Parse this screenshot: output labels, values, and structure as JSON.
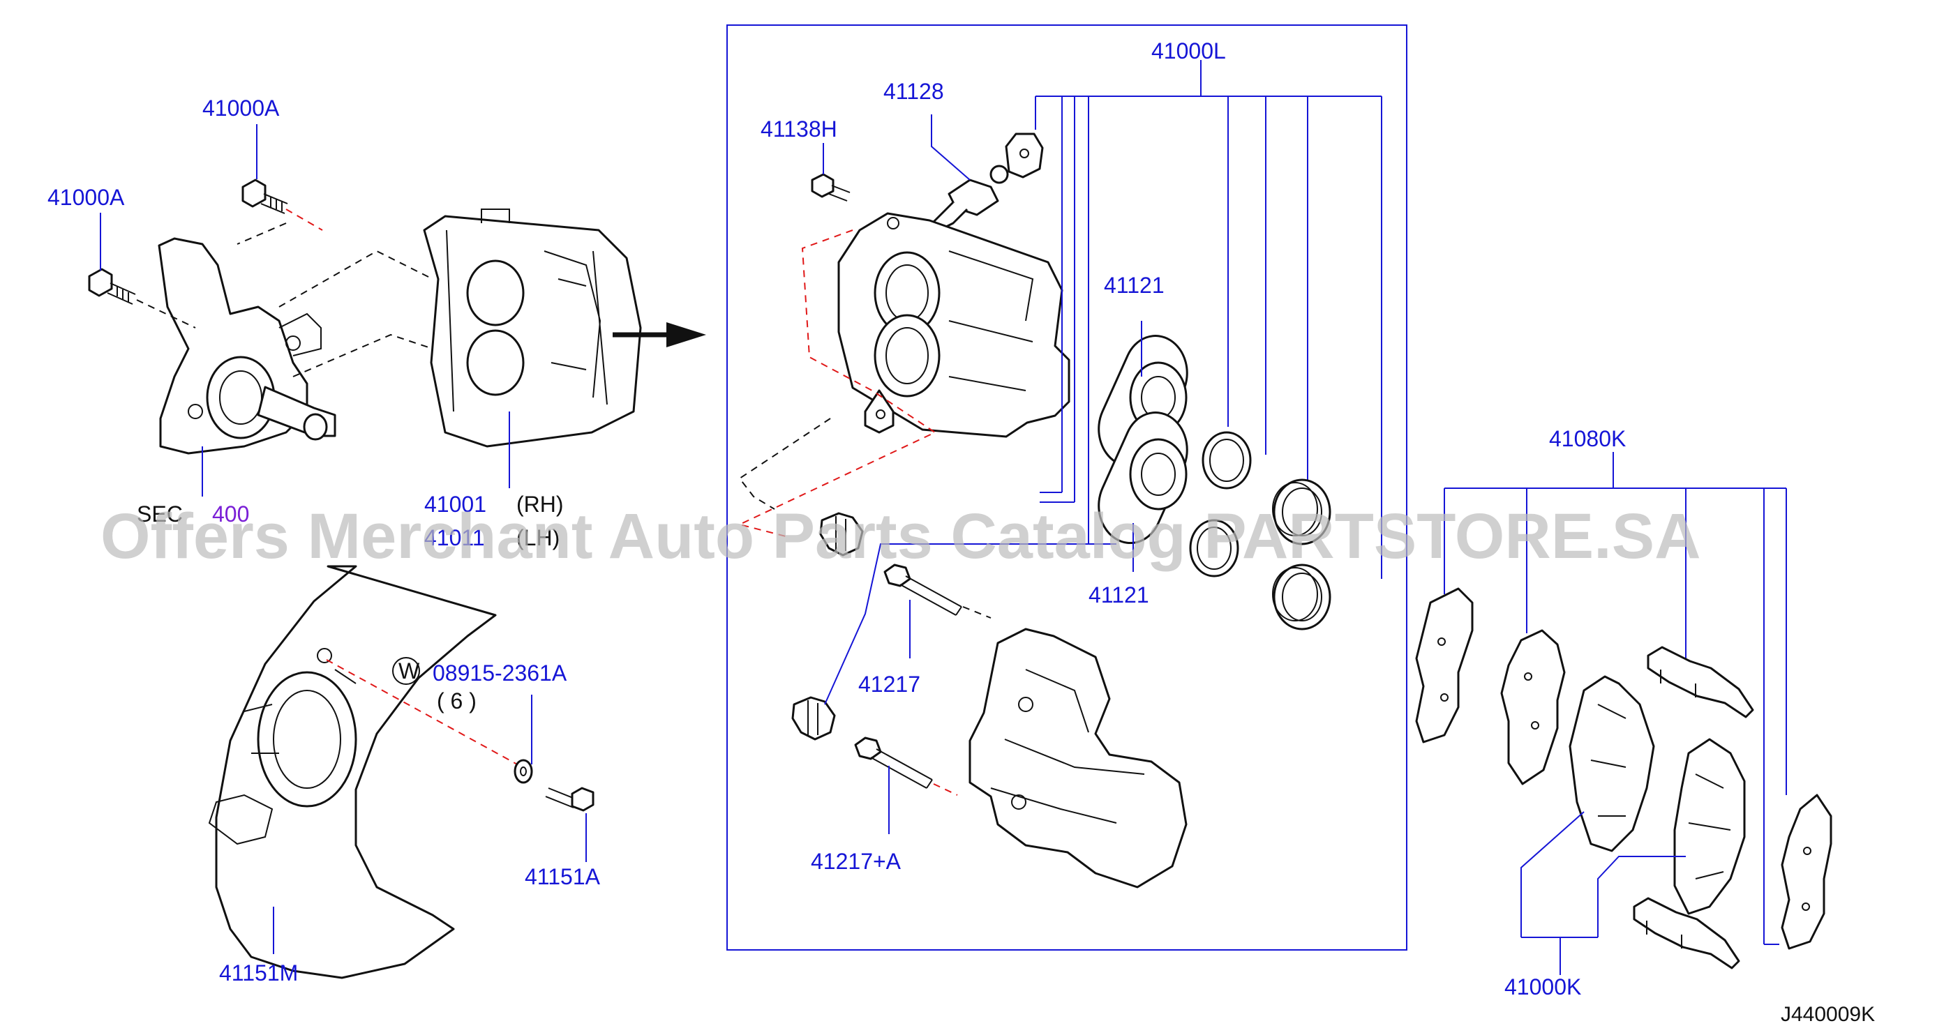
{
  "labels": {
    "bolt_upper": "41000A",
    "bolt_lower": "41000A",
    "knuckle_sec": "SEC",
    "knuckle_num": "400",
    "caliper_rh_num": "41001",
    "caliper_rh_side": "(RH)",
    "caliper_lh_num": "41011",
    "caliper_lh_side": "(LH)",
    "washer_marker": "W",
    "washer_part": "08915-2361A",
    "washer_qty": "( 6 )",
    "plate_bolt": "41151A",
    "back_plate": "41151M",
    "seal_kit": "41000L",
    "bleeder": "41128",
    "bleeder_bolt": "41138H",
    "piston_upper": "41121",
    "piston_lower": "41121",
    "slide_pin": "41217",
    "slide_pin_alt": "41217+A",
    "pad_kit": "41080K",
    "pad_set": "41000K",
    "diagram_ref": "J440009K"
  },
  "watermark": "Offers Merchant Auto Parts Catalog PARTSTORE.SA",
  "colors": {
    "label": "#1515d6",
    "section": "#7a1fd6",
    "linework": "#111111",
    "dashed_red": "#e01818"
  }
}
